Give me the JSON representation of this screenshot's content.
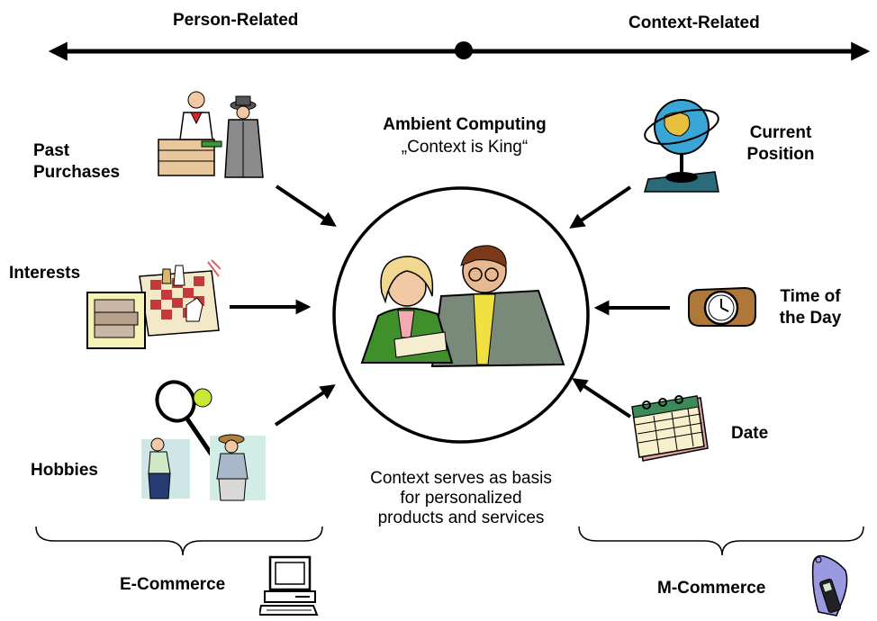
{
  "axis": {
    "left_label": "Person-Related",
    "right_label": "Context-Related"
  },
  "center": {
    "title": "Ambient Computing",
    "subtitle": "„Context is King“",
    "caption_lines": [
      "Context serves as basis",
      "for personalized",
      "products and services"
    ]
  },
  "person_factors": [
    {
      "label_lines": [
        "Past",
        "Purchases"
      ],
      "icon": "shopping-clipart-icon"
    },
    {
      "label_lines": [
        "Interests"
      ],
      "icon": "chess-books-clipart-icon"
    },
    {
      "label_lines": [
        "Hobbies"
      ],
      "icon": "tennis-golf-clipart-icon"
    }
  ],
  "context_factors": [
    {
      "label_lines": [
        "Current",
        "Position"
      ],
      "icon": "globe-clipart-icon"
    },
    {
      "label_lines": [
        "Time of",
        "the Day"
      ],
      "icon": "wristwatch-clipart-icon"
    },
    {
      "label_lines": [
        "Date"
      ],
      "icon": "calendar-clipart-icon"
    }
  ],
  "groups": {
    "left": "E-Commerce",
    "right": "M-Commerce"
  },
  "icons": {
    "center": "business-people-clipart-icon",
    "left_group": "desktop-computer-icon",
    "right_group": "mobile-phone-icon"
  },
  "colors": {
    "ink": "#000000",
    "green_suit": "#3f8f2a",
    "tan": "#c8a070",
    "skin": "#f1c9a5"
  }
}
